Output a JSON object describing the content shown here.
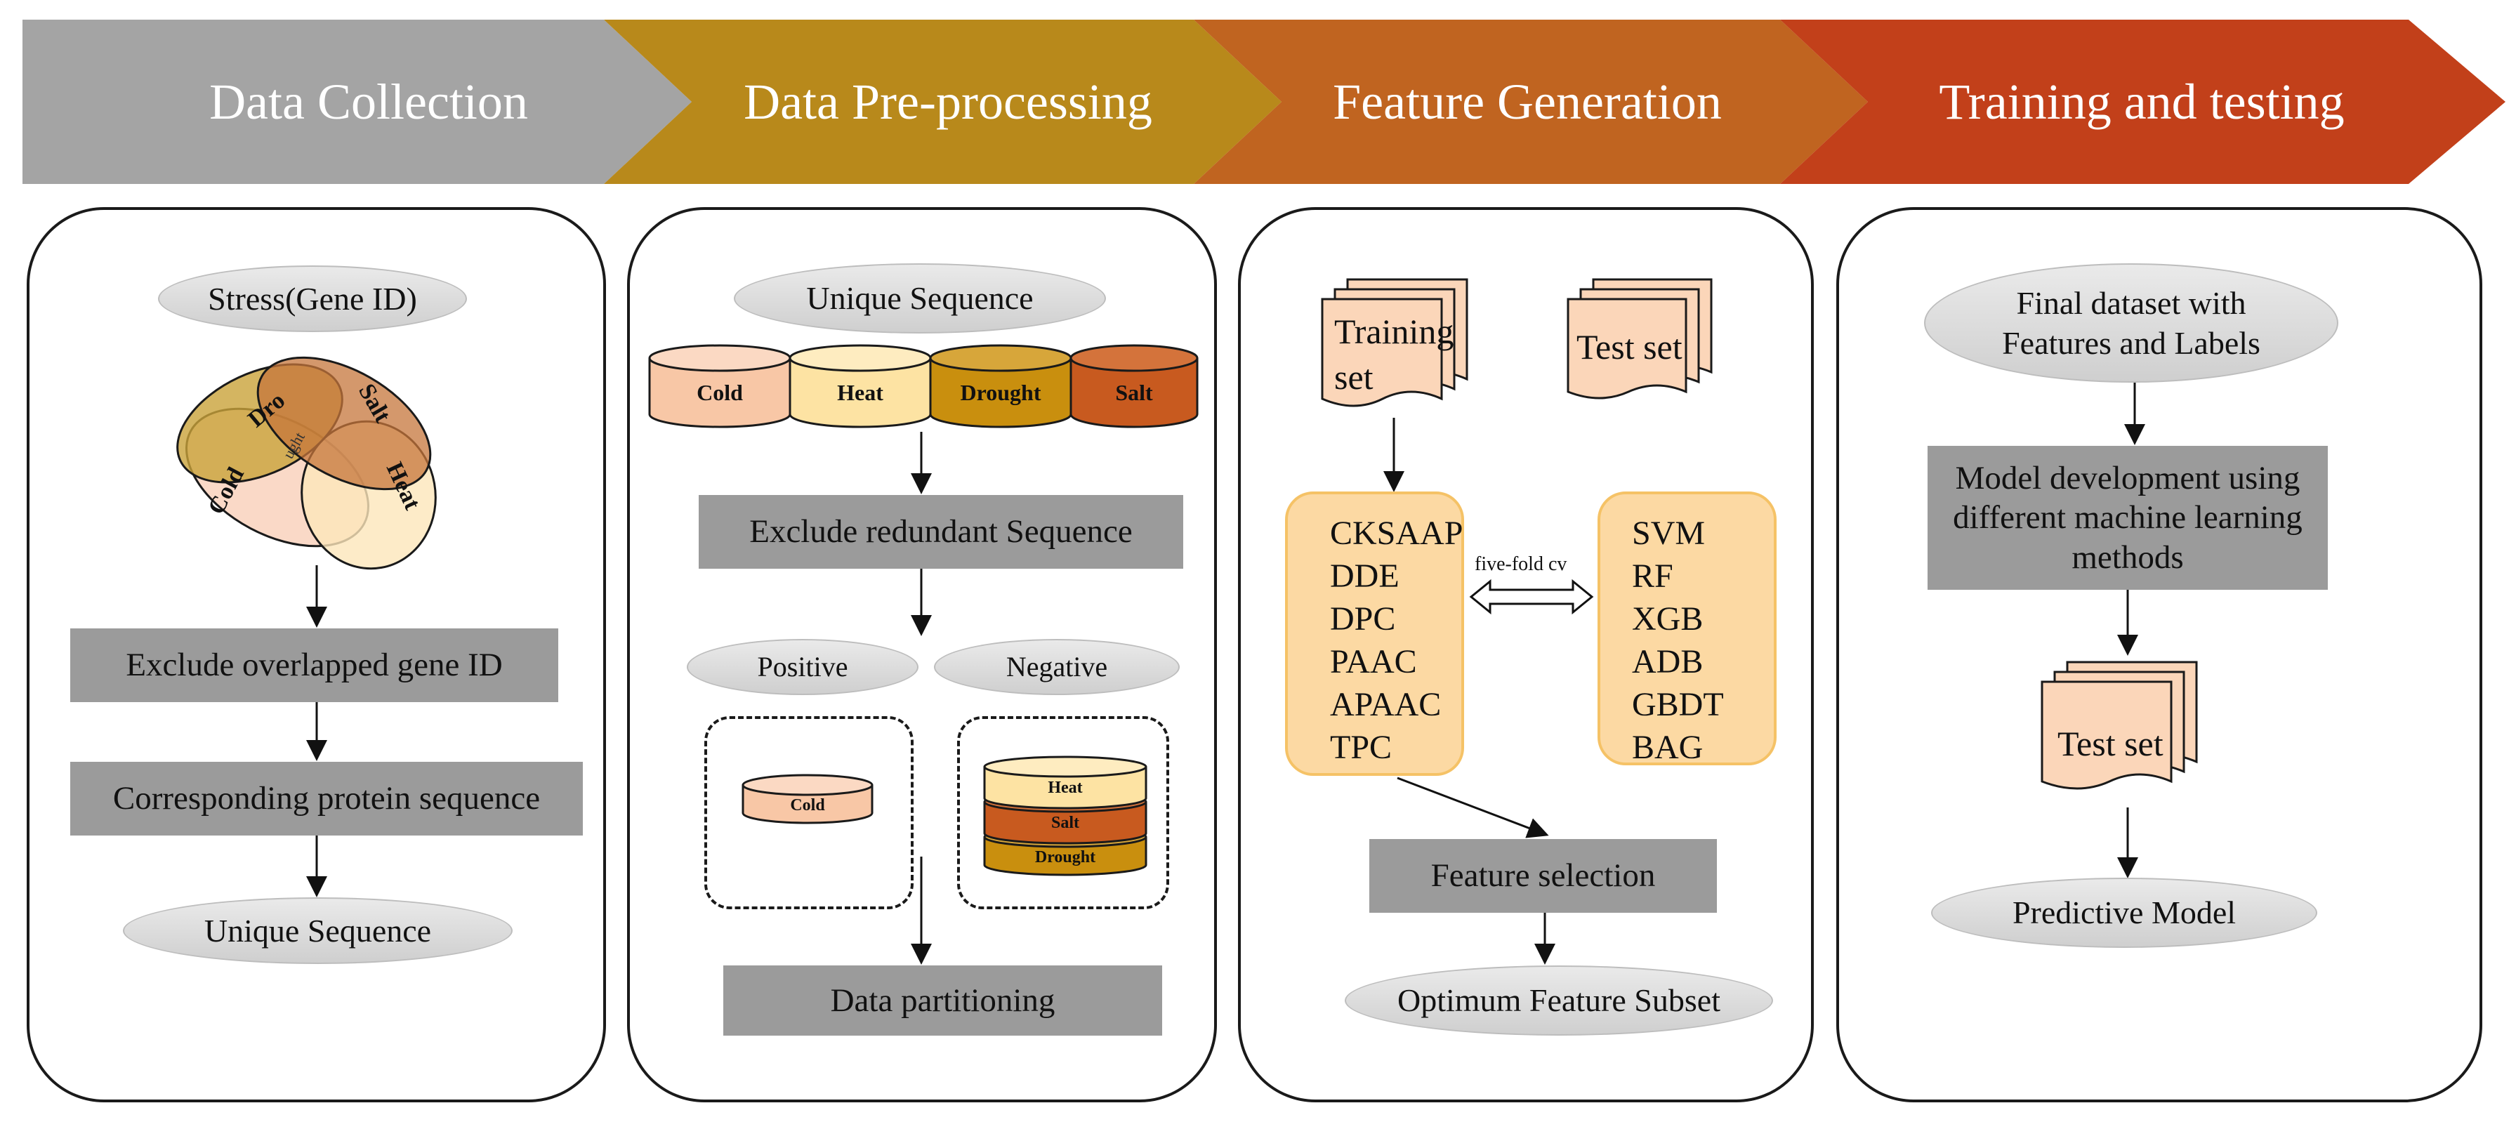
{
  "stages": [
    {
      "label": "Data Collection",
      "color": "#a4a4a4"
    },
    {
      "label": "Data Pre-processing",
      "color": "#b8891b"
    },
    {
      "label": "Feature Generation",
      "color": "#c06420"
    },
    {
      "label": "Training and testing",
      "color": "#c2401a"
    }
  ],
  "colors": {
    "cold": "#f8c7a6",
    "heat": "#fde3a3",
    "drought": "#c98f0e",
    "salt": "#c85a1f",
    "process_box": "#9b9b9b",
    "ellipse": "#d9d9d9",
    "feature_box": "#fcd9a3",
    "document": "#fbd6b9"
  },
  "panel1": {
    "start": "Stress(Gene ID)",
    "venn": {
      "drought": "Dro",
      "salt": "Salt",
      "heat": "Heat",
      "cold": "Cold",
      "center": "ught"
    },
    "step1": "Exclude overlapped gene ID",
    "step2": "Corresponding protein sequence",
    "end": "Unique Sequence"
  },
  "panel2": {
    "start": "Unique Sequence",
    "stress": {
      "cold": "Cold",
      "heat": "Heat",
      "drought": "Drought",
      "salt": "Salt"
    },
    "step1": "Exclude redundant Sequence",
    "positive": "Positive",
    "negative": "Negative",
    "positive_cold": "Cold",
    "negative_heat": "Heat",
    "negative_salt": "Salt",
    "negative_drought": "Drought",
    "end": "Data partitioning"
  },
  "panel3": {
    "training_line1": "Training",
    "training_line2": "set",
    "test": "Test set",
    "features": [
      "CKSAAP",
      "DDE",
      "DPC",
      "PAAC",
      "APAAC",
      "TPC"
    ],
    "models": [
      "SVM",
      "RF",
      "XGB",
      "ADB",
      "GBDT",
      "BAG"
    ],
    "cv_label": "five-fold cv",
    "selection": "Feature selection",
    "end": "Optimum Feature Subset"
  },
  "panel4": {
    "start_line1": "Final dataset with",
    "start_line2": "Features and Labels",
    "model_line1": "Model development using",
    "model_line2": "different machine learning",
    "model_line3": "methods",
    "test": "Test set",
    "end": "Predictive Model"
  }
}
